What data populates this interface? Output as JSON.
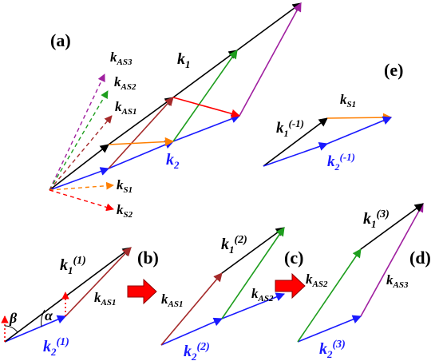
{
  "panels": {
    "a": "(a)",
    "b": "(b)",
    "c": "(c)",
    "d": "(d)",
    "e": "(e)"
  },
  "labels": {
    "a_k1": {
      "base": "k",
      "sub": "1",
      "sup": ""
    },
    "a_k2": {
      "base": "k",
      "sub": "2",
      "sup": ""
    },
    "a_kAS3": {
      "base": "k",
      "sub": "AS3",
      "sup": ""
    },
    "a_kAS2": {
      "base": "k",
      "sub": "AS2",
      "sup": ""
    },
    "a_kAS1": {
      "base": "k",
      "sub": "AS1",
      "sup": ""
    },
    "a_kS1": {
      "base": "k",
      "sub": "S1",
      "sup": ""
    },
    "a_kS2": {
      "base": "k",
      "sub": "S2",
      "sup": ""
    },
    "e_k1": {
      "base": "k",
      "sub": "1",
      "sup": "(-1)"
    },
    "e_kS1": {
      "base": "k",
      "sub": "S1",
      "sup": ""
    },
    "e_k2": {
      "base": "k",
      "sub": "2",
      "sup": "(-1)"
    },
    "b_k1": {
      "base": "k",
      "sub": "1",
      "sup": "(1)"
    },
    "b_kAS1": {
      "base": "k",
      "sub": "AS1",
      "sup": ""
    },
    "b_k2": {
      "base": "k",
      "sub": "2",
      "sup": "(1)"
    },
    "c_k1": {
      "base": "k",
      "sub": "1",
      "sup": "(2)"
    },
    "c_kAS1": {
      "base": "k",
      "sub": "AS1",
      "sup": ""
    },
    "c_kAS2": {
      "base": "k",
      "sub": "AS2",
      "sup": ""
    },
    "c_k2": {
      "base": "k",
      "sub": "2",
      "sup": "(2)"
    },
    "d_k1": {
      "base": "k",
      "sub": "1",
      "sup": "(3)"
    },
    "d_kAS2": {
      "base": "k",
      "sub": "AS2",
      "sup": ""
    },
    "d_kAS3": {
      "base": "k",
      "sub": "AS3",
      "sup": ""
    },
    "d_k2": {
      "base": "k",
      "sub": "2",
      "sup": "(3)"
    }
  },
  "angles": {
    "beta": "β",
    "alpha": "α"
  },
  "colors": {
    "k1": "#000000",
    "k2": "#1a1aff",
    "AS1": "#a52a2a",
    "AS2": "#1e9e1e",
    "AS3": "#a020a0",
    "S1": "#ff7f00",
    "S2": "#ff0000",
    "arrowFill": "#ff0000"
  }
}
